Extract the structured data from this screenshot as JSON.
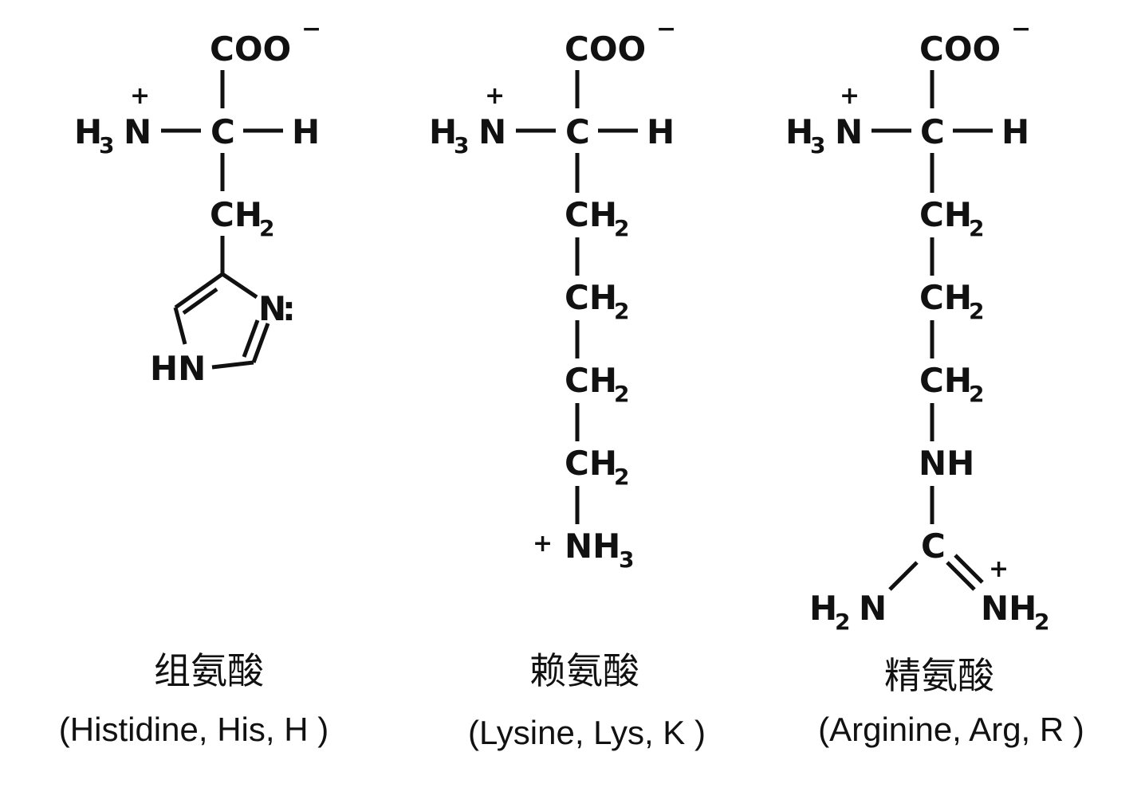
{
  "molecules": [
    {
      "chinese_name": "组氨酸",
      "english_name": "(Histidine, His, H )",
      "top_group": "COO",
      "top_charge": "−",
      "amino_charge": "+",
      "amino_left": "H",
      "amino_sub": "3",
      "amino_n": "N",
      "alpha_c": "C",
      "alpha_h": "H",
      "ch2": "CH",
      "ch2_sub": "2",
      "ring_n": "N",
      "ring_lone_pair": ":",
      "ring_hn": "HN"
    },
    {
      "chinese_name": "赖氨酸",
      "english_name": "(Lysine, Lys, K )",
      "top_group": "COO",
      "top_charge": "−",
      "amino_charge": "+",
      "amino_left": "H",
      "amino_sub": "3",
      "amino_n": "N",
      "alpha_c": "C",
      "alpha_h": "H",
      "ch2": "CH",
      "ch2_sub": "2",
      "end_charge": "+",
      "end_group": "NH",
      "end_sub": "3"
    },
    {
      "chinese_name": "精氨酸",
      "english_name": "(Arginine, Arg, R )",
      "top_group": "COO",
      "top_charge": "−",
      "amino_charge": "+",
      "amino_left": "H",
      "amino_sub": "3",
      "amino_n": "N",
      "alpha_c": "C",
      "alpha_h": "H",
      "ch2": "CH",
      "ch2_sub": "2",
      "nh": "NH",
      "guan_c": "C",
      "h2n_h": "H",
      "h2n_sub": "2",
      "h2n_n": "N",
      "nh2_charge": "+",
      "nh2": "NH",
      "nh2_sub": "2"
    }
  ]
}
